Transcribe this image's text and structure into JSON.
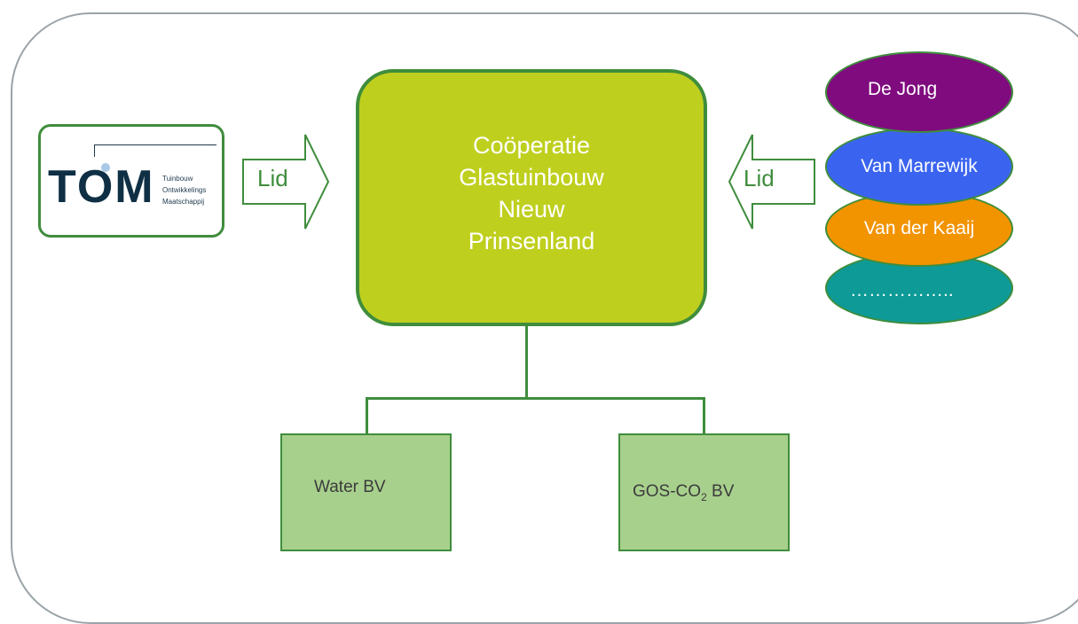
{
  "tom": {
    "logo": "TOM",
    "sub_lines": [
      "Tuinbouw",
      "Ontwikkelings",
      "Maatschappij"
    ]
  },
  "arrows": {
    "left_label": "Lid",
    "right_label": "Lid"
  },
  "cooperative": {
    "lines": [
      "Coöperatie",
      "Glastuinbouw",
      "Nieuw",
      "Prinsenland"
    ]
  },
  "members": [
    {
      "label": "De Jong",
      "color": "#7f0b7f"
    },
    {
      "label": "Van Marrewijk",
      "color": "#3a64ef"
    },
    {
      "label": "Van der Kaaij",
      "color": "#f29300"
    },
    {
      "label": "……………..",
      "color": "#0e9a96"
    }
  ],
  "subsidiaries": {
    "water": "Water BV",
    "gos_prefix": "GOS-CO",
    "gos_sub": "2",
    "gos_suffix": " BV"
  },
  "colors": {
    "border_green": "#3f8d3c",
    "coop_fill": "#bfcf1e",
    "box_fill": "#a8d08d"
  }
}
